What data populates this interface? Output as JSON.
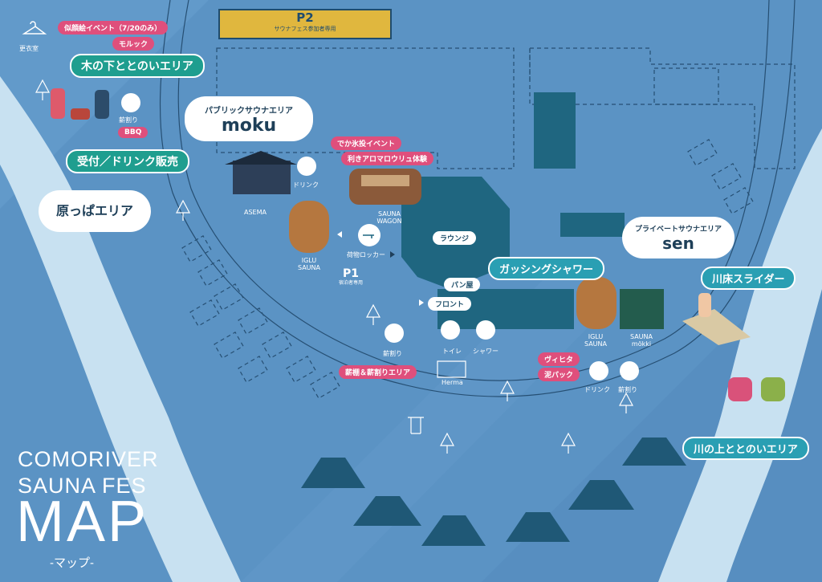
{
  "parking": {
    "p2_title": "P2",
    "p2_sub": "サウナフェス参加者専用",
    "p1_title": "P1",
    "p1_sub": "宿泊者専用"
  },
  "areas": {
    "kinoshita": "木の下ととのいエリア",
    "uketsuke": "受付／ドリンク販売",
    "harappa": "原っぱエリア",
    "gassing": "ガッシングシャワー",
    "kawadoko": "川床スライダー",
    "kawanoue": "川の上ととのいエリア",
    "makiwari_area": "薪棚＆薪割りエリア"
  },
  "events": {
    "nigaoe": "似顔絵イベント（7/20のみ）",
    "moruk": "モルック",
    "bbq": "BBQ",
    "dekahyo": "でか氷投イベント",
    "aroma": "利きアロマロウリュ体験",
    "vihta": "ヴィヒタ",
    "doro": "泥パック"
  },
  "facilities": {
    "lounge": "ラウンジ",
    "panya": "パン屋",
    "front": "フロント"
  },
  "bubbles": {
    "public_sub": "パブリックサウナエリア",
    "public_main": "moku",
    "private_sub": "プライベートサウナエリア",
    "private_main": "sen"
  },
  "labels": {
    "koishitsu": "更衣室",
    "makiwari1": "薪割り",
    "drink1": "ドリンク",
    "asema": "ASEMA",
    "iglu1": "IGLU\nSAUNA",
    "wagon": "SAUNA\nWAGON",
    "locker": "荷物ロッカー",
    "makiwari2": "薪割り",
    "toilet": "トイレ",
    "shower": "シャワー",
    "herma": "Herma",
    "iglu2": "IGLU\nSAUNA",
    "mokki": "SAUNA\nmökki",
    "drink2": "ドリンク",
    "makiwari3": "薪割り"
  },
  "title": {
    "line1": "COMORIVER",
    "line2": "SAUNA FES",
    "line3": "MAP",
    "line4": "-マップ-"
  },
  "colors": {
    "background": "#5b93c4",
    "river": "#c8e1f1",
    "building": "#1f6680",
    "green_label": "#1f9e8f",
    "teal_label": "#2a9fb3",
    "pink_label": "#df4f7c",
    "parking_p2": "#e0b73e"
  }
}
